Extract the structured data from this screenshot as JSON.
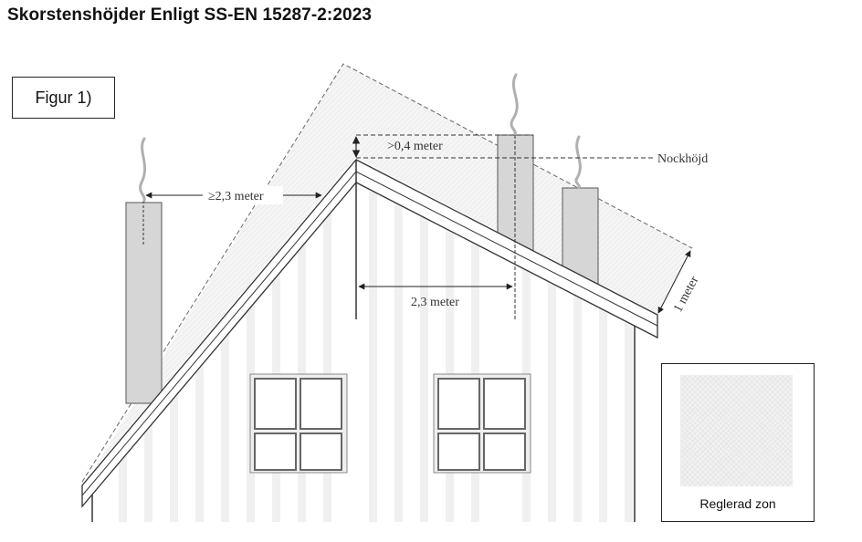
{
  "header": {
    "title": "Skorstenshöjder Enligt SS-EN 15287-2:2023"
  },
  "figure_label": "Figur 1)",
  "annotations": {
    "left_distance": "≥2,3 meter",
    "ridge_height_offset": ">0,4 meter",
    "ridge_line": "Nockhöjd",
    "horizontal_distance": "2,3 meter",
    "zone_depth": "1 meter"
  },
  "legend": {
    "label": "Reglerad zon",
    "swatch_color": "#f1f1f1"
  },
  "colors": {
    "chimney": "#d6d6d6",
    "lines": "#333333",
    "smoke": "#b0b0b0",
    "siding": "#efefef"
  }
}
